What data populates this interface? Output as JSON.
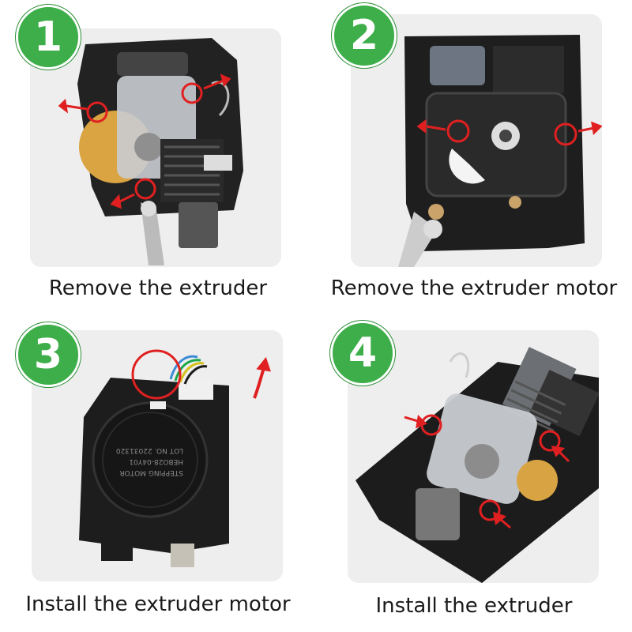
{
  "steps": [
    {
      "number": "1",
      "caption": "Remove the extruder"
    },
    {
      "number": "2",
      "caption": "Remove the extruder motor"
    },
    {
      "number": "3",
      "caption": "Install the extruder motor"
    },
    {
      "number": "4",
      "caption": "Install the extruder"
    }
  ],
  "colors": {
    "badge": "#3dae49",
    "marker": "#e02020",
    "frame": "#1c1c1c",
    "photo_bg": "#efefef"
  },
  "icons": [
    "extruder-photo",
    "motor-removal-photo",
    "motor-install-photo",
    "extruder-install-photo"
  ]
}
